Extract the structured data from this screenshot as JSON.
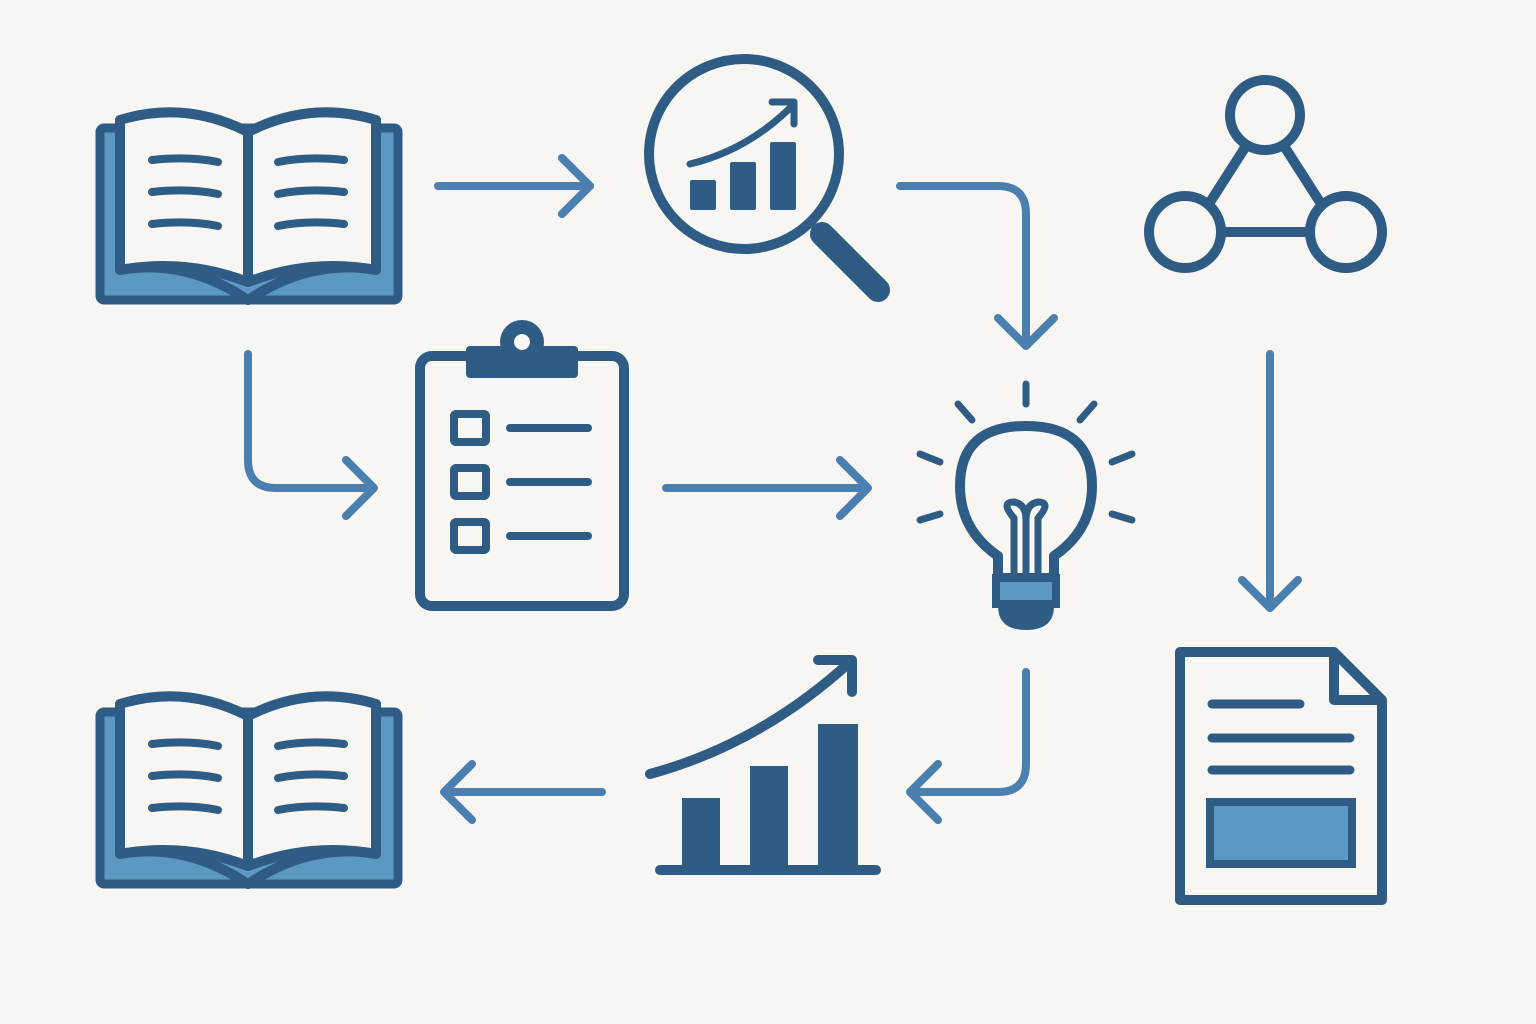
{
  "colors": {
    "background": "#f8f6f3",
    "icon_stroke": "#2f5c85",
    "icon_fill_dark": "#2f5c85",
    "icon_fill_light": "#5b98c2",
    "arrow": "#4a7fb0",
    "page": "#f8f6f3"
  },
  "nodes": [
    {
      "id": "open-book-top",
      "icon": "open-book-icon"
    },
    {
      "id": "magnifier-chart",
      "icon": "magnifying-glass-growth-chart-icon"
    },
    {
      "id": "network-triangle",
      "icon": "network-nodes-icon"
    },
    {
      "id": "clipboard",
      "icon": "checklist-clipboard-icon"
    },
    {
      "id": "lightbulb",
      "icon": "lightbulb-idea-icon"
    },
    {
      "id": "document",
      "icon": "document-page-icon"
    },
    {
      "id": "bar-chart",
      "icon": "bar-chart-growth-icon"
    },
    {
      "id": "open-book-bottom",
      "icon": "open-book-icon"
    }
  ],
  "edges": [
    {
      "from": "open-book-top",
      "to": "magnifier-chart"
    },
    {
      "from": "magnifier-chart",
      "to": "lightbulb"
    },
    {
      "from": "open-book-top",
      "to": "clipboard"
    },
    {
      "from": "clipboard",
      "to": "lightbulb"
    },
    {
      "from": "network-triangle",
      "to": "document"
    },
    {
      "from": "lightbulb",
      "to": "bar-chart"
    },
    {
      "from": "bar-chart",
      "to": "open-book-bottom"
    }
  ]
}
